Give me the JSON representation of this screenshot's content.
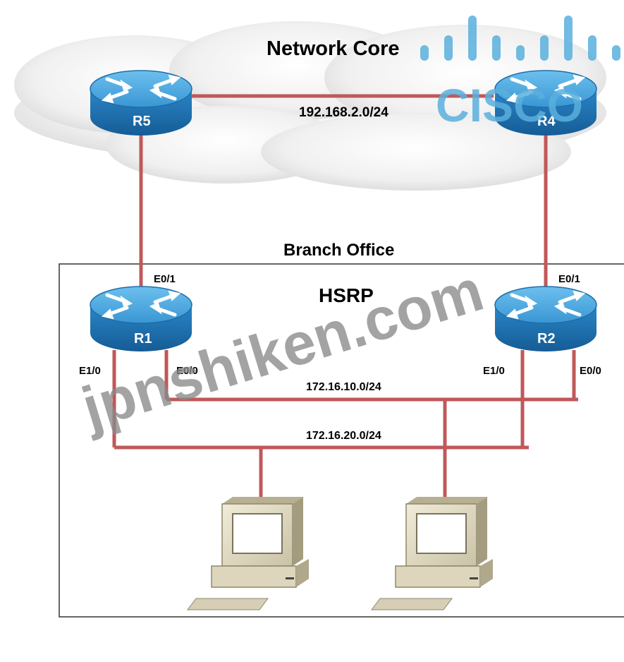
{
  "title": "Network Core",
  "core_link": "192.168.2.0/24",
  "branch_label": "Branch Office",
  "protocol_label": "HSRP",
  "subnet_a": "172.16.10.0/24",
  "subnet_b": "172.16.20.0/24",
  "routers": {
    "r5": "R5",
    "r4": "R4",
    "r1": "R1",
    "r2": "R2"
  },
  "interfaces": {
    "r1_up": "E0/1",
    "r1_a": "E0/0",
    "r1_b": "E1/0",
    "r2_up": "E0/1",
    "r2_a": "E0/0",
    "r2_b": "E1/0"
  },
  "watermarks": {
    "site": "jpnshiken.com",
    "logo": "CISCO"
  },
  "colors": {
    "link": "#c0585a",
    "router_top": "#3f9bd6",
    "router_side": "#1e6fae",
    "logo": "#5ab0dd"
  }
}
